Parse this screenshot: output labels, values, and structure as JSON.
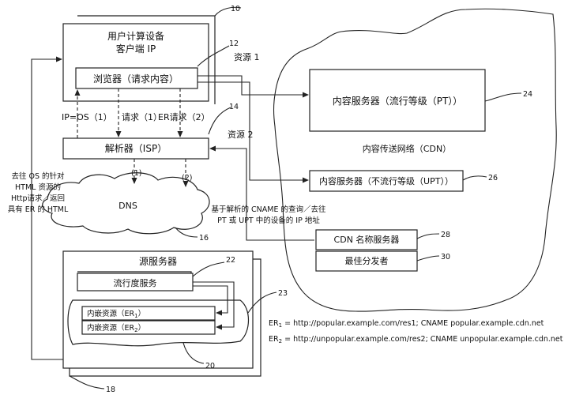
{
  "client": {
    "title": "用户计算设备",
    "subtitle": "客户端 IP",
    "browser": "浏览器（请求内容）",
    "ref": "10",
    "browser_ref": "12"
  },
  "resolver": {
    "label": "解析器（ISP）",
    "ref": "14"
  },
  "dns": {
    "label": "DNS",
    "ref": "16",
    "path1": "(1)",
    "path2": "(2)"
  },
  "arrows": {
    "ip_os": "IP=OS（1）",
    "request1": "请求（1）",
    "er_request2": "ER请求（2）",
    "resource1": "资源 1",
    "resource2": "资源 2"
  },
  "cdn": {
    "network_label": "内容传送网络（CDN）",
    "pt_server": "内容服务器（流行等级（PT））",
    "pt_ref": "24",
    "upt_server": "内容服务器（不流行等级（UPT））",
    "upt_ref": "26",
    "name_server": "CDN 名称服务器",
    "name_ref": "28",
    "distributor": "最佳分发者",
    "dist_ref": "30"
  },
  "cname_note": {
    "line1": "基于解析的 CNAME 的查询／去往",
    "line2": "PT 或 UPT 中的设备的 IP 地址"
  },
  "left_note": {
    "line1": "去往 OS 的针对",
    "line2": "HTML 资源的",
    "line3": "Http请求／返回",
    "line4": "具有 ER 的 HTML"
  },
  "origin": {
    "title": "源服务器",
    "ref": "18",
    "popularity": "流行度服务",
    "pop_ref": "22",
    "er1": "内嵌资源（ER",
    "er1_sub": "1",
    "er2": "内嵌资源（ER",
    "er2_sub": "2",
    "close": "）",
    "group_ref": "23",
    "doc_ref": "20"
  },
  "legend": {
    "er1_prefix": "ER",
    "er1_sub": "1",
    "er1_text": " = http://popular.example.com/res1; CNAME popular.example.cdn.net",
    "er2_prefix": "ER",
    "er2_sub": "2",
    "er2_text": " = http://unpopular.example.com/res2; CNAME unpopular.example.cdn.net"
  }
}
